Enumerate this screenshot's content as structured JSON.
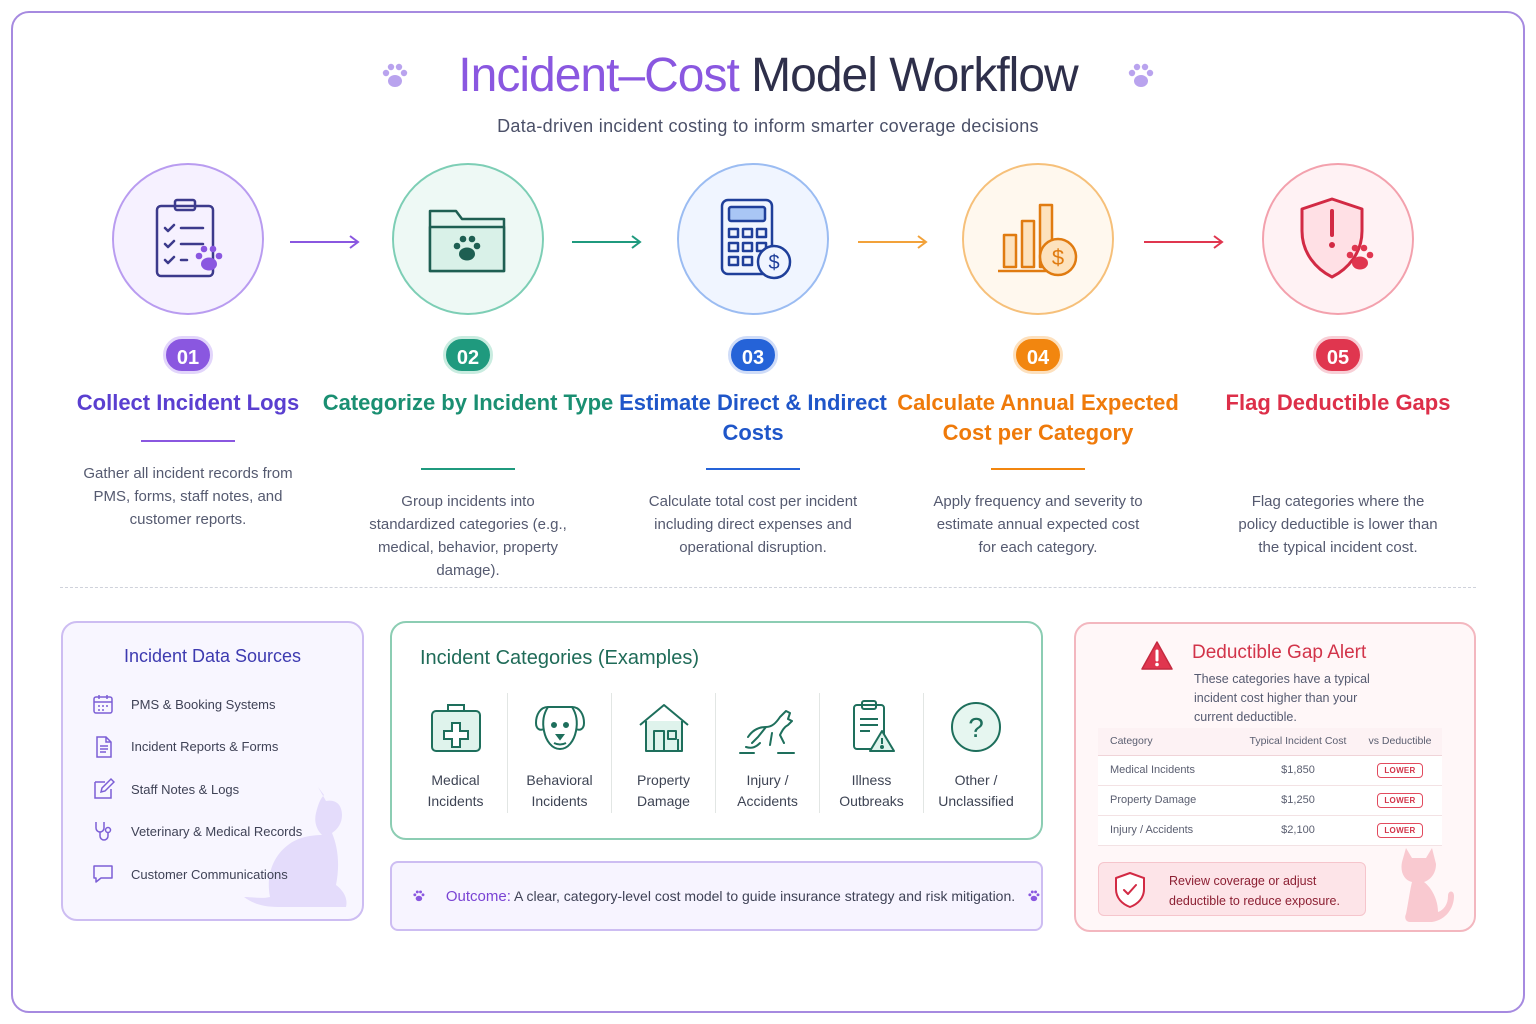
{
  "header": {
    "title_part1": "Incident–Cost",
    "title_part2": "Model Workflow",
    "subtitle": "Data-driven incident costing to inform smarter coverage decisions"
  },
  "steps": [
    {
      "number": "01",
      "title": "Collect Incident Logs",
      "desc": "Gather all incident records from PMS, forms, staff notes, and customer reports.",
      "color": "#8a57e0",
      "icon": "clipboard-checklist-paw-icon"
    },
    {
      "number": "02",
      "title": "Categorize by Incident Type",
      "desc": "Group incidents into standardized categories (e.g., medical, behavior, property damage).",
      "color": "#1f9a7e",
      "icon": "folder-paw-icon"
    },
    {
      "number": "03",
      "title": "Estimate Direct & Indirect Costs",
      "desc": "Calculate total cost per incident including direct expenses and operational disruption.",
      "color": "#2563d8",
      "icon": "calculator-dollar-icon"
    },
    {
      "number": "04",
      "title": "Calculate Annual Expected Cost per Category",
      "desc": "Apply frequency and severity to estimate annual expected cost for each category.",
      "color": "#f2860f",
      "icon": "bar-chart-dollar-icon"
    },
    {
      "number": "05",
      "title": "Flag Deductible Gaps",
      "desc": "Flag categories where the policy deductible is lower than the typical incident cost.",
      "color": "#e0364f",
      "icon": "shield-alert-paw-icon"
    }
  ],
  "sources": {
    "title": "Incident Data Sources",
    "items": [
      {
        "label": "PMS & Booking Systems",
        "icon": "calendar-icon"
      },
      {
        "label": "Incident Reports & Forms",
        "icon": "document-icon"
      },
      {
        "label": "Staff Notes & Logs",
        "icon": "edit-note-icon"
      },
      {
        "label": "Veterinary & Medical Records",
        "icon": "stethoscope-icon"
      },
      {
        "label": "Customer Communications",
        "icon": "chat-bubble-icon"
      }
    ]
  },
  "categories": {
    "title": "Incident Categories (Examples)",
    "items": [
      {
        "line1": "Medical",
        "line2": "Incidents",
        "icon": "medical-kit-icon"
      },
      {
        "line1": "Behavioral",
        "line2": "Incidents",
        "icon": "dog-face-icon"
      },
      {
        "line1": "Property",
        "line2": "Damage",
        "icon": "house-icon"
      },
      {
        "line1": "Injury /",
        "line2": "Accidents",
        "icon": "jumping-dog-icon"
      },
      {
        "line1": "Illness",
        "line2": "Outbreaks",
        "icon": "clipboard-warning-icon"
      },
      {
        "line1": "Other /",
        "line2": "Unclassified",
        "icon": "question-icon"
      }
    ]
  },
  "outcome": {
    "label": "Outcome:",
    "text": "A clear, category-level cost model to guide insurance strategy and risk mitigation."
  },
  "alert": {
    "title": "Deductible Gap Alert",
    "subtitle": "These categories have a typical incident cost higher than your current deductible.",
    "columns": [
      "Category",
      "Typical Incident Cost",
      "vs Deductible"
    ],
    "rows": [
      {
        "category": "Medical Incidents",
        "cost": "$1,850",
        "status": "LOWER"
      },
      {
        "category": "Property Damage",
        "cost": "$1,250",
        "status": "LOWER"
      },
      {
        "category": "Injury / Accidents",
        "cost": "$2,100",
        "status": "LOWER"
      }
    ],
    "review_line1": "Review coverage or adjust",
    "review_line2": "deductible to reduce exposure."
  },
  "colors": {
    "purple": "#8a57e0",
    "teal": "#1f9a7e",
    "blue": "#2563d8",
    "orange": "#f2860f",
    "red": "#e0364f"
  }
}
